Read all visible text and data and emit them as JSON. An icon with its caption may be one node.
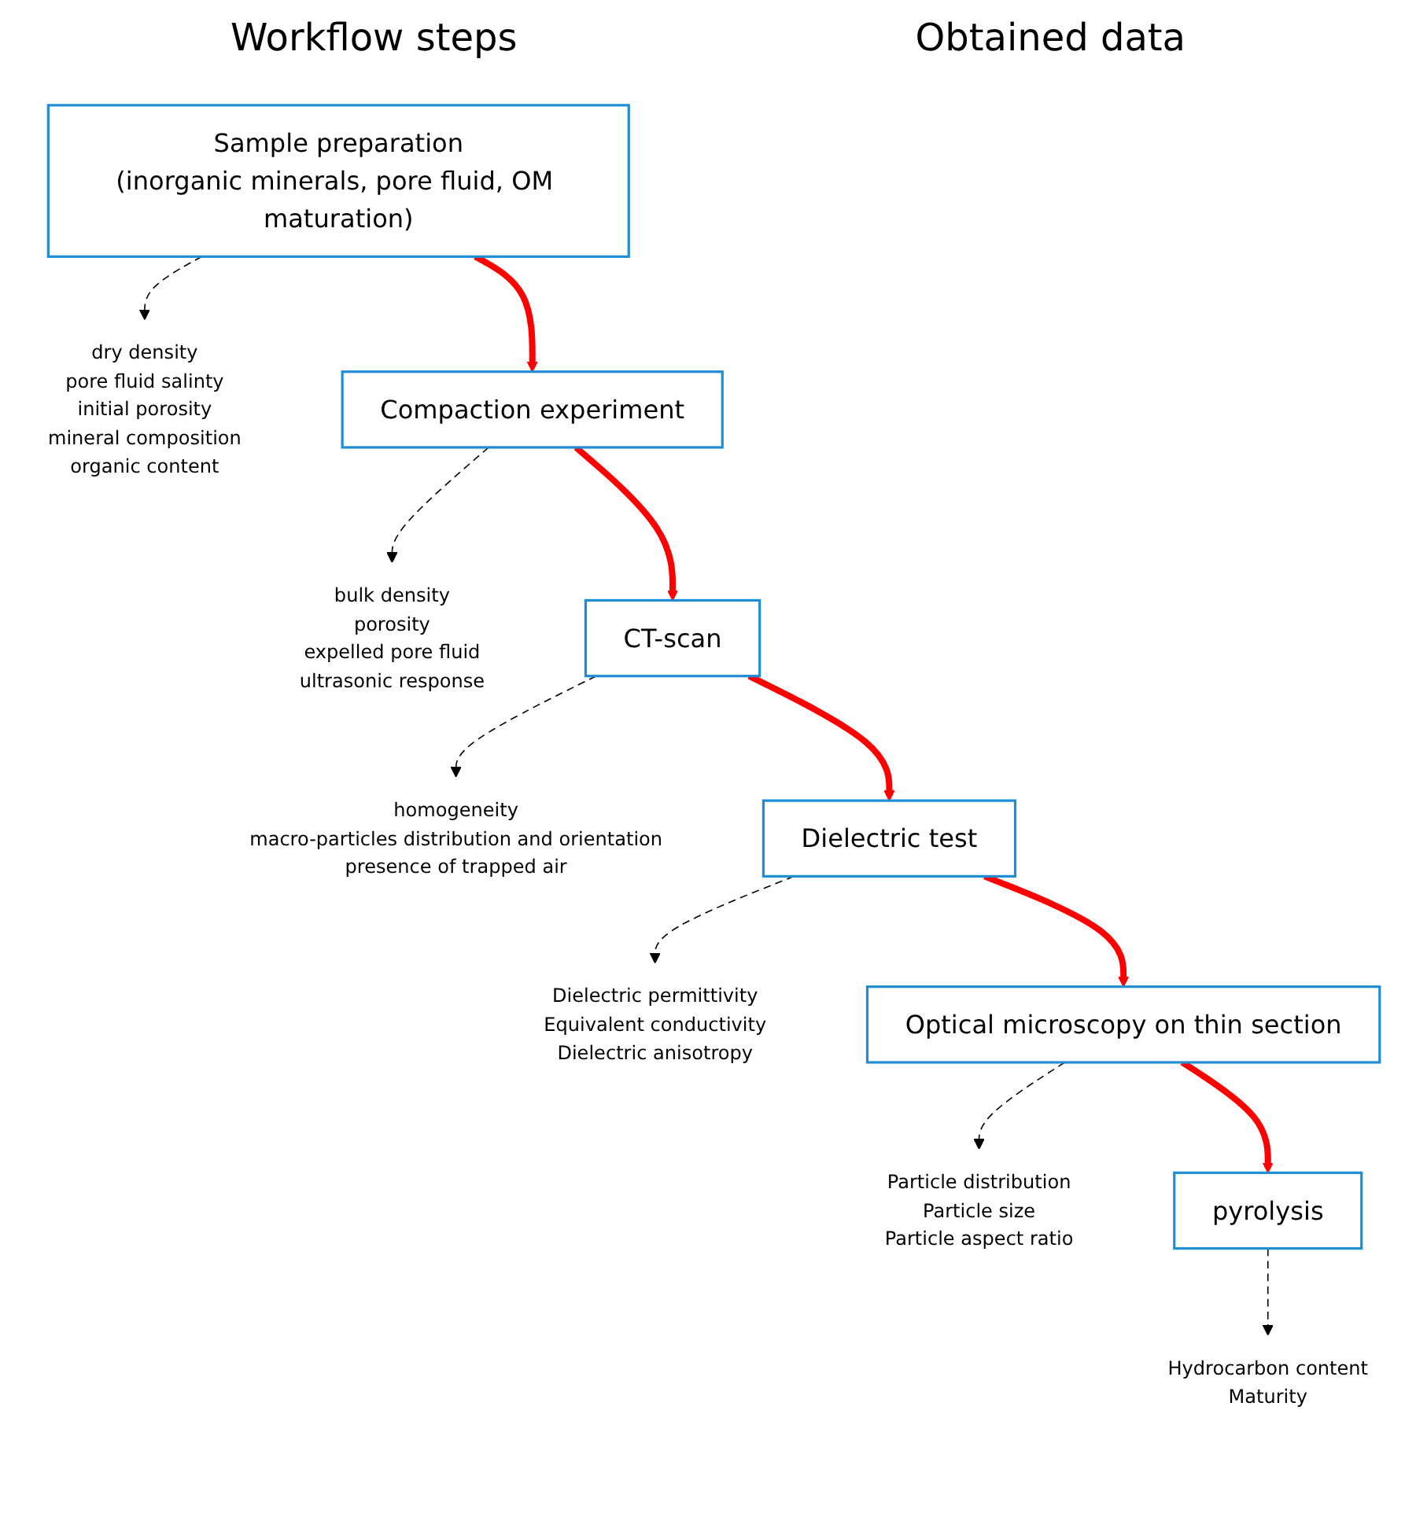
{
  "diagram": {
    "nodes": [
      {
        "text": [
          "Sample preparation",
          "(inorganic minerals, pore fluid, OM maturation)"
        ]
      },
      {
        "text": [
          "dry density",
          "pore fluid salinty",
          "initial porosity",
          "mineral composition",
          "organic content"
        ]
      },
      {
        "text": [
          "Compaction experiment"
        ]
      },
      {
        "text": [
          "bulk density",
          "porosity",
          "expelled pore fluid",
          "ultrasonic response"
        ]
      },
      {
        "text": [
          "CT-scan"
        ]
      },
      {
        "text": [
          "homogeneity",
          "macro-particles distribution and orientation",
          "presence of trapped air"
        ]
      },
      {
        "text": [
          "Dielectric test"
        ]
      },
      {
        "text": [
          "Dielectric permittivity",
          "Equivalent conductivity",
          "Dielectric anisotropy"
        ]
      },
      {
        "text": [
          "Optical microscopy on thin section"
        ]
      },
      {
        "text": [
          "Particle distribution",
          "Particle size",
          "Particle aspect ratio"
        ]
      },
      {
        "text": [
          "pyrolysis"
        ]
      },
      {
        "text": [
          "Hydrocarbon content",
          "Maturity"
        ]
      }
    ],
    "edges": [
      {
        "from": 0,
        "to": 1,
        "arrow": "to",
        "style": "dashed"
      },
      {
        "from": 0,
        "to": 2,
        "arrow": "to",
        "style": "thick",
        "color": "#ff0000"
      },
      {
        "from": 2,
        "to": 3,
        "arrow": "to",
        "style": "dashed"
      },
      {
        "from": 2,
        "to": 4,
        "arrow": "to",
        "style": "thick",
        "color": "#ff0000"
      },
      {
        "from": 4,
        "to": 5,
        "arrow": "to",
        "style": "dashed"
      },
      {
        "from": 4,
        "to": 6,
        "arrow": "to",
        "style": "thick",
        "color": "#ff0000"
      },
      {
        "from": 6,
        "to": 7,
        "arrow": "to",
        "style": "dashed"
      },
      {
        "from": 6,
        "to": 8,
        "arrow": "to",
        "style": "thick",
        "color": "#ff0000"
      },
      {
        "from": 8,
        "to": 9,
        "arrow": "to",
        "style": "dashed"
      },
      {
        "from": 8,
        "to": 10,
        "arrow": "to",
        "style": "thick",
        "color": "#ff0000"
      },
      {
        "from": 10,
        "to": 11,
        "arrow": "to",
        "style": "dashed"
      }
    ],
    "labels": [
      "Workflow steps",
      "Obtained data"
    ]
  }
}
